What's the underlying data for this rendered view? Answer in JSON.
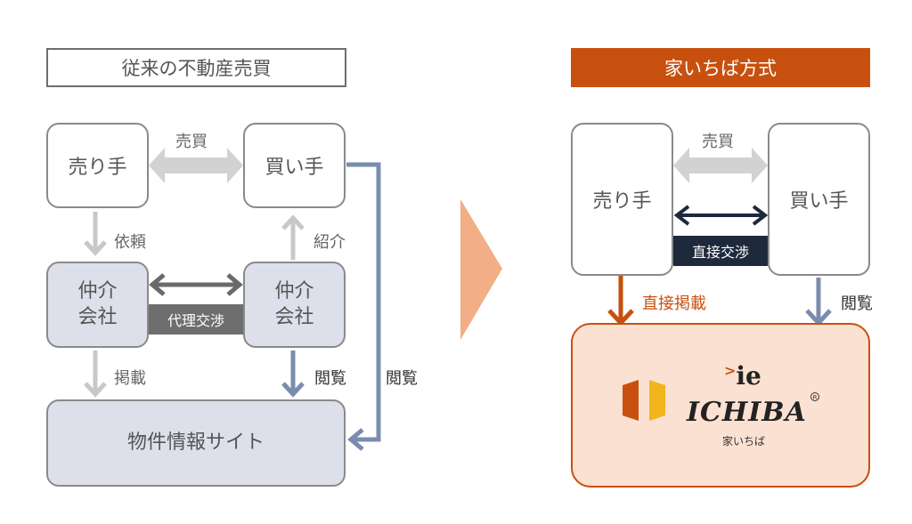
{
  "left": {
    "header": "従来の不動産売買",
    "seller": "売り手",
    "buyer": "買い手",
    "trade_label": "売買",
    "request_label": "依頼",
    "introduce_label": "紹介",
    "agent_left": "仲介\n会社",
    "agent_right": "仲介\n会社",
    "proxy_label": "代理交渉",
    "post_label": "掲載",
    "view_label_inner": "閲覧",
    "view_label_outer": "閲覧",
    "listing_site": "物件情報サイト"
  },
  "right": {
    "header": "家いちば方式",
    "seller": "売り手",
    "buyer": "買い手",
    "trade_label": "売買",
    "direct_negotiation": "直接交渉",
    "direct_post_label": "直接掲載",
    "view_label": "閲覧",
    "logo_ie": "ie",
    "logo_ichiba": "ICHIBA",
    "logo_registered": "R",
    "logo_sub": "家いちば"
  },
  "colors": {
    "brand_orange": "#c8500f",
    "agent_fill": "#dde0ea",
    "navy_arrow": "#1e2a3c",
    "blue_arrow": "#7a8cae",
    "light_arrow": "#d2d2d2",
    "transition_arrow": "#f2ae86",
    "platform_fill": "#fbe1d2"
  }
}
